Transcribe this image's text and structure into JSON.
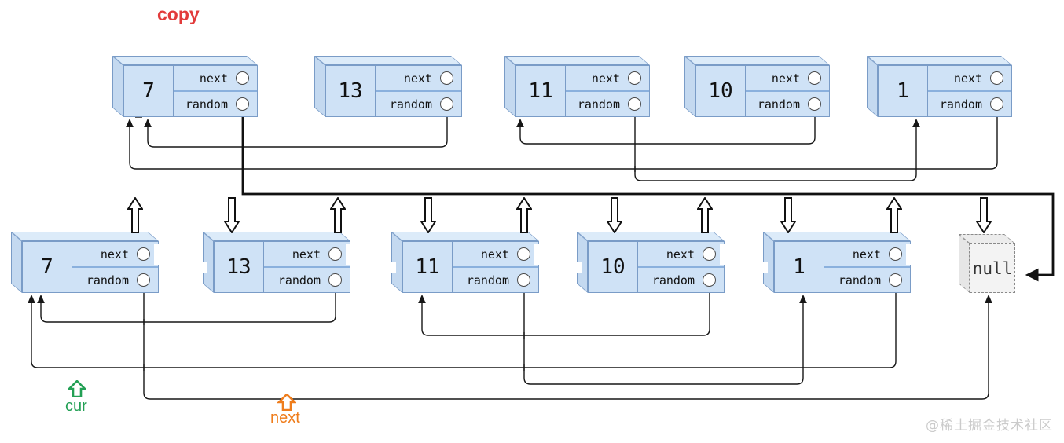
{
  "title": {
    "text": "copy",
    "color": "#e23b3b"
  },
  "field_labels": {
    "next": "next",
    "random": "random"
  },
  "copy_list": {
    "nodes": [
      {
        "value": "7"
      },
      {
        "value": "13"
      },
      {
        "value": "11"
      },
      {
        "value": "10"
      },
      {
        "value": "1"
      }
    ]
  },
  "original_list": {
    "nodes": [
      {
        "value": "7"
      },
      {
        "value": "13"
      },
      {
        "value": "11"
      },
      {
        "value": "10"
      },
      {
        "value": "1"
      }
    ],
    "terminator": "null"
  },
  "random_pointers": {
    "7": "null",
    "13": "7",
    "11": "1",
    "10": "11",
    "1": "7"
  },
  "markers": {
    "cur": {
      "text": "cur",
      "color": "#23a055"
    },
    "next": {
      "text": "next",
      "color": "#ef7d1c"
    }
  },
  "watermark": "@稀土掘金技术社区",
  "colors": {
    "node_fill": "#cfe2f6",
    "node_border": "#7a9cc7",
    "line": "#161616"
  }
}
